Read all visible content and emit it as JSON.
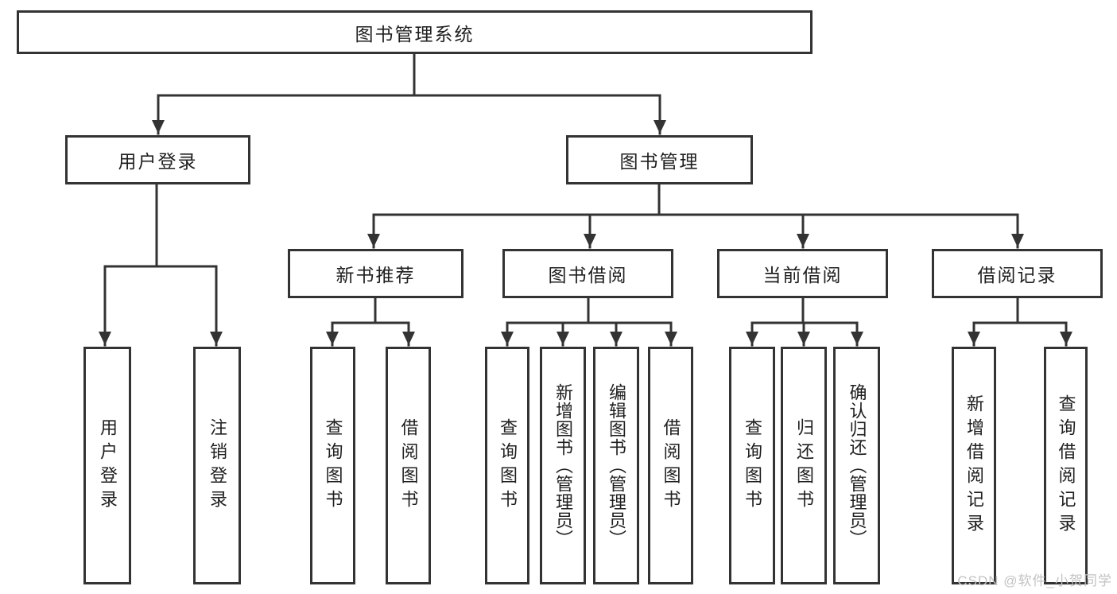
{
  "diagram": {
    "title": "图书管理系统",
    "colors": {
      "line": "#333333",
      "text": "#1f1f1f",
      "watermark": "#c3c3c3",
      "background": "#ffffff"
    },
    "root": {
      "label": "图书管理系统"
    },
    "level1": [
      {
        "label": "用户登录"
      },
      {
        "label": "图书管理"
      }
    ],
    "level2": [
      {
        "label": "新书推荐"
      },
      {
        "label": "图书借阅"
      },
      {
        "label": "当前借阅"
      },
      {
        "label": "借阅记录"
      }
    ],
    "leaves": [
      {
        "label": "用户登录"
      },
      {
        "label": "注销登录"
      },
      {
        "label": "查询图书"
      },
      {
        "label": "借阅图书"
      },
      {
        "label": "查询图书"
      },
      {
        "label": "新增图书（管理员）"
      },
      {
        "label": "编辑图书（管理员）"
      },
      {
        "label": "借阅图书"
      },
      {
        "label": "查询图书"
      },
      {
        "label": "归还图书"
      },
      {
        "label": "确认归还（管理员）"
      },
      {
        "label": "新增借阅记录"
      },
      {
        "label": "查询借阅记录"
      }
    ],
    "watermark": "CSDN @软件_小贺同学"
  }
}
